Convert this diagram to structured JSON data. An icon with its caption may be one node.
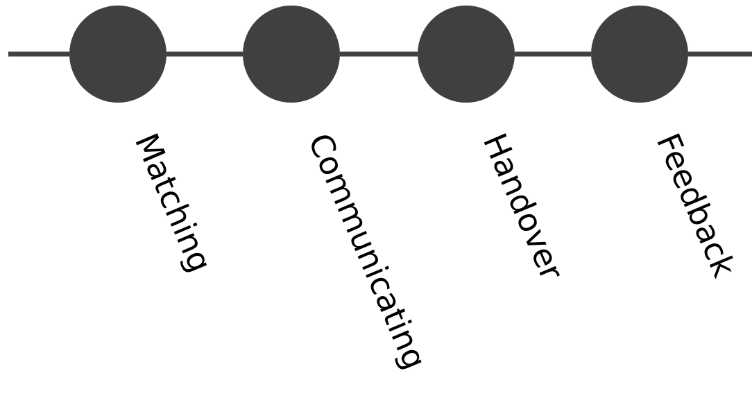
{
  "diagram": {
    "nodes": [
      {
        "text": [],
        "shape": "circle",
        "beside": [
          "Matching"
        ]
      },
      {
        "text": [],
        "shape": "circle",
        "beside": [
          "Communicating"
        ]
      },
      {
        "text": [],
        "shape": "circle",
        "beside": [
          "Handover"
        ]
      },
      {
        "text": [],
        "shape": "circle",
        "beside": [
          "Feedback"
        ]
      }
    ],
    "edges": [
      {
        "from": null,
        "to": 0,
        "arrow": "none"
      },
      {
        "from": 0,
        "to": 1,
        "arrow": "none"
      },
      {
        "from": 1,
        "to": 2,
        "arrow": "none"
      },
      {
        "from": 2,
        "to": 3,
        "arrow": "none"
      },
      {
        "from": 3,
        "to": null,
        "arrow": "none"
      }
    ]
  }
}
